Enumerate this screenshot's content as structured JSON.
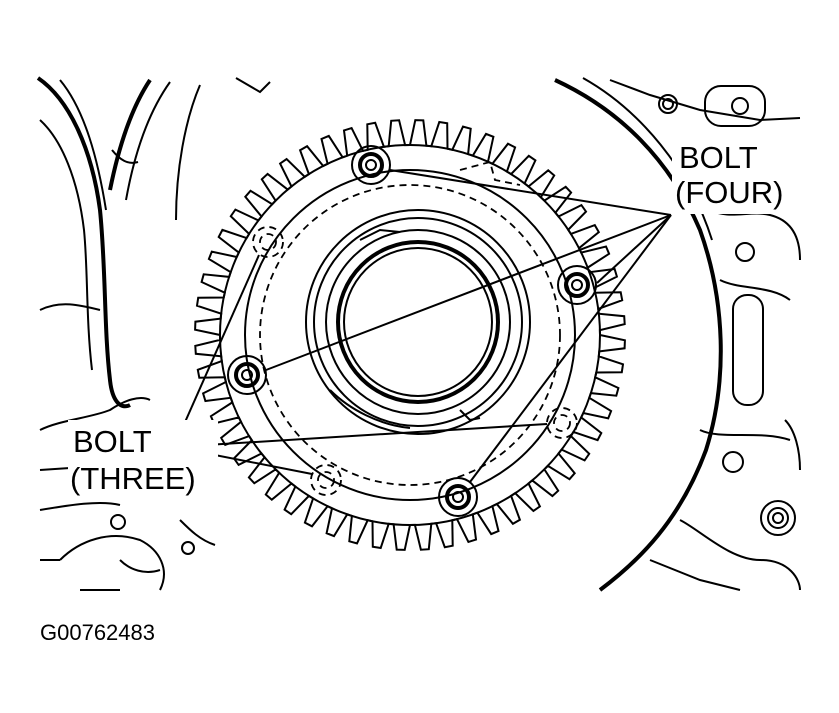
{
  "labels": {
    "bolt_four_line1": "BOLT",
    "bolt_four_line2": "(FOUR)",
    "bolt_three_line1": "BOLT",
    "bolt_three_line2": "(THREE)"
  },
  "figure_id": "G00762483",
  "counts": {
    "bolts_solid": 4,
    "bolts_dashed": 3,
    "gear_teeth": 56
  }
}
